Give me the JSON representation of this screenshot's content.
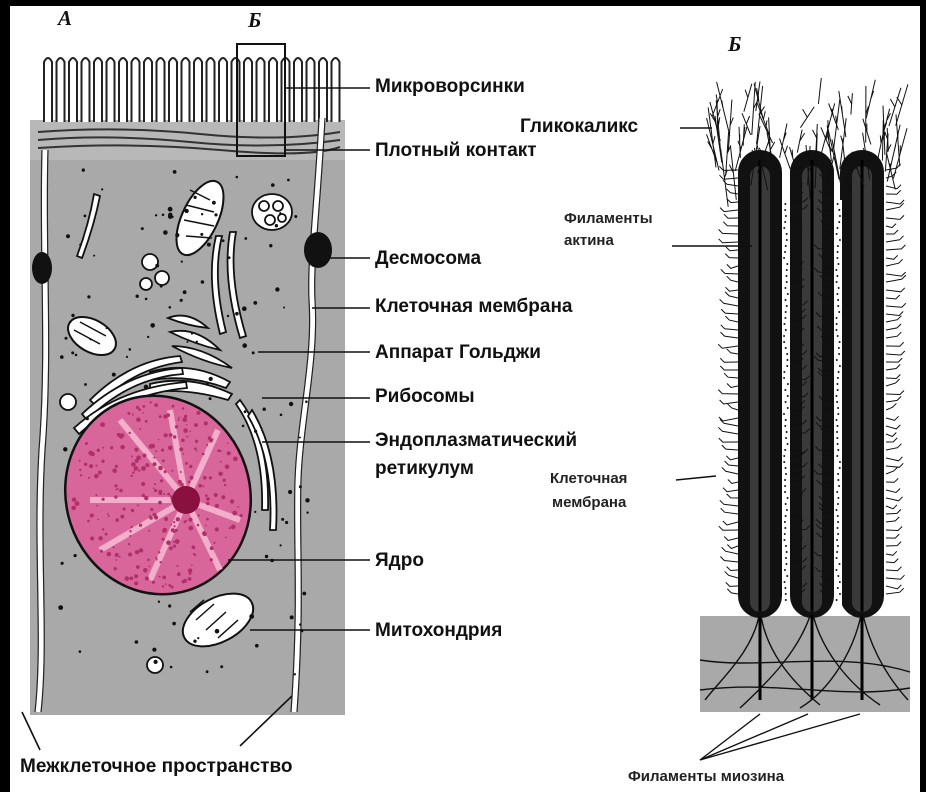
{
  "panels": {
    "a": "А",
    "b_box": "Б",
    "b_detail": "Б"
  },
  "labels": {
    "microvilli": "Микроворсинки",
    "tight_junction": "Плотный контакт",
    "desmosome": "Десмосома",
    "cell_membrane": "Клеточная мембрана",
    "golgi": "Аппарат Гольджи",
    "ribosomes": "Рибосомы",
    "er_line1": "Эндоплазматический",
    "er_line2": "ретикулум",
    "nucleus": "Ядро",
    "mitochondrion": "Митохондрия",
    "intercellular": "Межклеточное пространство",
    "glycocalyx": "Гликокаликс",
    "actin_line1": "Филаменты",
    "actin_line2": "актина",
    "membrane_b_line1": "Клеточная",
    "membrane_b_line2": "мембрана",
    "myosin": "Филаменты миозина"
  },
  "colors": {
    "background": "#000000",
    "paper": "#ffffff",
    "cytoplasm": "#a9a9a9",
    "nucleus": "#d9669a",
    "nucleus_dark": "#b0306a",
    "nucleolus": "#8a1040",
    "ink": "#111111"
  }
}
